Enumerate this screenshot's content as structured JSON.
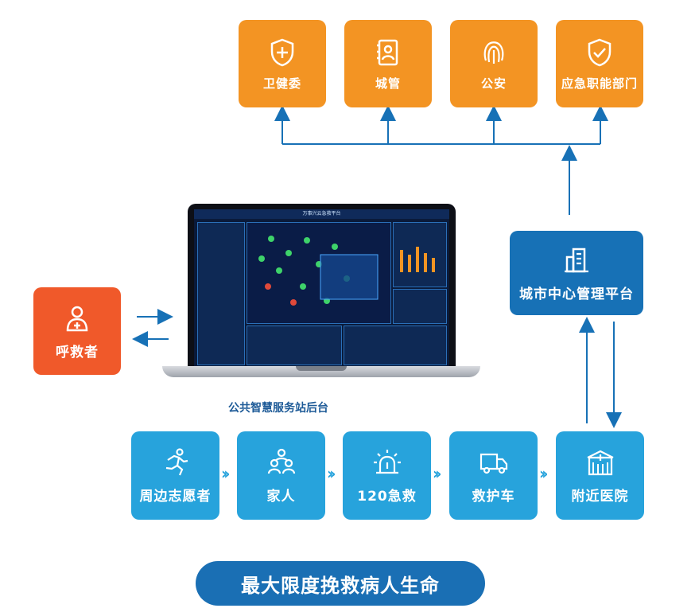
{
  "agencies": [
    {
      "label": "卫健委",
      "icon": "shield-plus-icon"
    },
    {
      "label": "城管",
      "icon": "id-card-icon"
    },
    {
      "label": "公安",
      "icon": "fingerprint-icon"
    },
    {
      "label": "应急职能部门",
      "icon": "shield-check-icon"
    }
  ],
  "caller": {
    "label": "呼救者",
    "icon": "person-plus-icon"
  },
  "platform": {
    "label": "城市中心管理平台",
    "icon": "buildings-icon"
  },
  "laptop": {
    "caption": "公共智慧服务站后台",
    "dashboard_title": "万事兴云急救平台"
  },
  "responders": [
    {
      "label": "周边志愿者",
      "icon": "runner-icon"
    },
    {
      "label": "家人",
      "icon": "family-icon"
    },
    {
      "label": "120急救",
      "icon": "siren-icon"
    },
    {
      "label": "救护车",
      "icon": "truck-icon"
    },
    {
      "label": "附近医院",
      "icon": "hospital-icon"
    }
  ],
  "banner": "最大限度挽救病人生命",
  "colors": {
    "orange": "#f39423",
    "red": "#f0592a",
    "blue": "#27a3dc",
    "navy": "#1771b6"
  }
}
